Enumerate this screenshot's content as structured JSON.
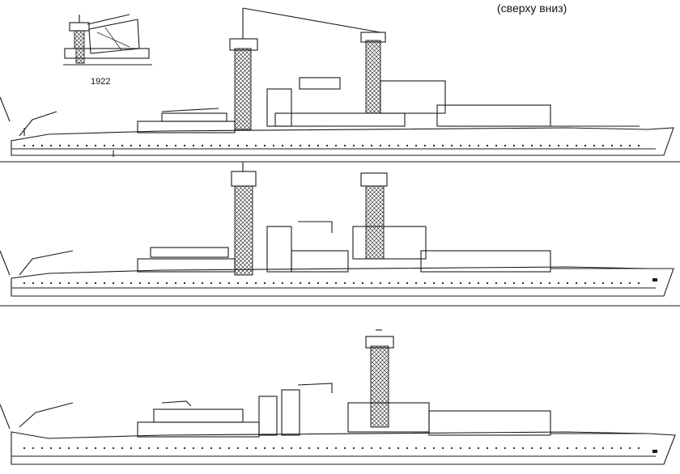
{
  "caption": "(сверху вниз)",
  "inset": {
    "year": "1922"
  },
  "profiles": [
    {
      "key": "top"
    },
    {
      "key": "middle"
    },
    {
      "key": "bottom"
    }
  ],
  "colors": {
    "ink": "#1a1a1a",
    "paper": "#ffffff"
  }
}
